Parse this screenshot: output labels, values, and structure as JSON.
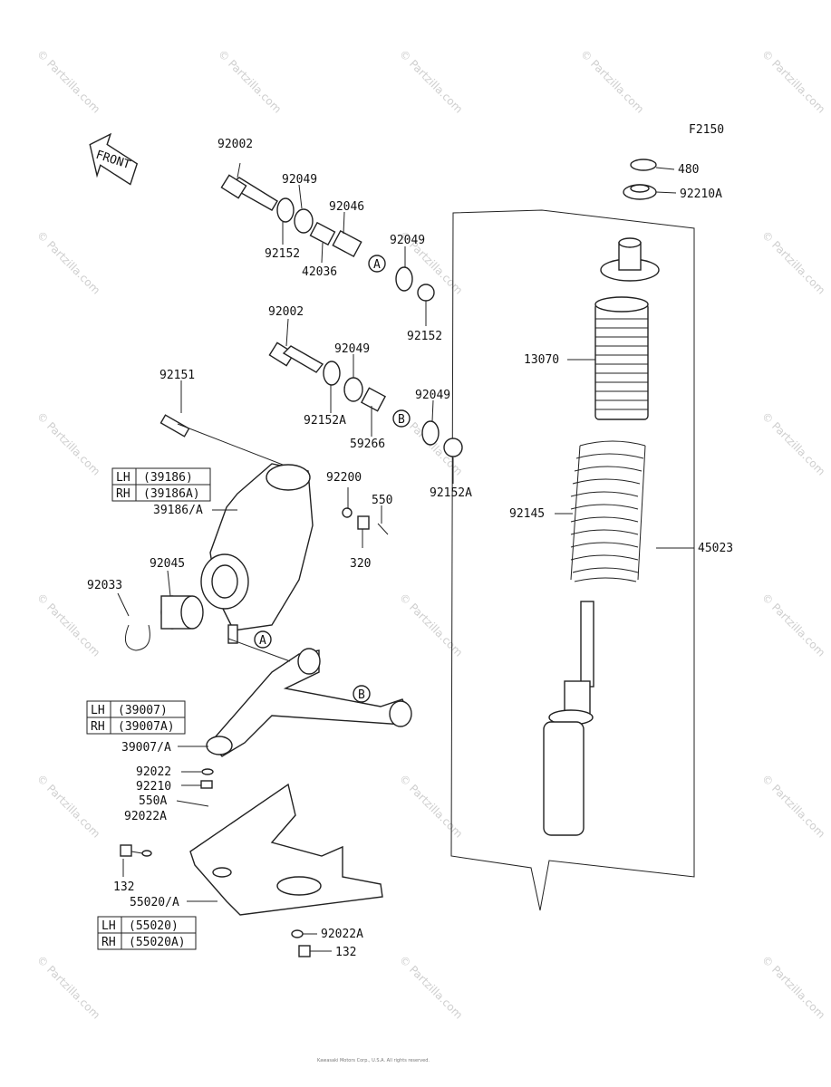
{
  "diagram_code": "F2150",
  "front_label": "FRONT",
  "callouts": [
    "A",
    "B"
  ],
  "parts": {
    "p480": "480",
    "p92210A": "92210A",
    "p13070": "13070",
    "p92145": "92145",
    "p45023": "45023",
    "p92002_top": "92002",
    "p92049_1": "92049",
    "p92046": "92046",
    "p92152_1": "92152",
    "p42036": "42036",
    "p92049_2": "92049",
    "p92152_2": "92152",
    "p92002_mid": "92002",
    "p92049_3": "92049",
    "p92151": "92151",
    "p92152A_1": "92152A",
    "p59266": "59266",
    "p92049_4": "92049",
    "p92152A_2": "92152A",
    "p92200": "92200",
    "p550": "550",
    "p39186A": "39186/A",
    "p320": "320",
    "p92045": "92045",
    "p92033": "92033",
    "p39007A": "39007/A",
    "p92022": "92022",
    "p92210": "92210",
    "p550A": "550A",
    "p92022A": "92022A",
    "p132": "132",
    "p55020A": "55020/A",
    "p92022A_2": "92022A",
    "p132_2": "132"
  },
  "tables": {
    "knuckle": [
      {
        "side": "LH",
        "part": "(39186)"
      },
      {
        "side": "RH",
        "part": "(39186A)"
      }
    ],
    "arm": [
      {
        "side": "LH",
        "part": "(39007)"
      },
      {
        "side": "RH",
        "part": "(39007A)"
      }
    ],
    "guard": [
      {
        "side": "LH",
        "part": "(55020)"
      },
      {
        "side": "RH",
        "part": "(55020A)"
      }
    ]
  },
  "watermark": "© Partzilla.com",
  "copyright": "Kawasaki Motors Corp., U.S.A. All rights reserved."
}
